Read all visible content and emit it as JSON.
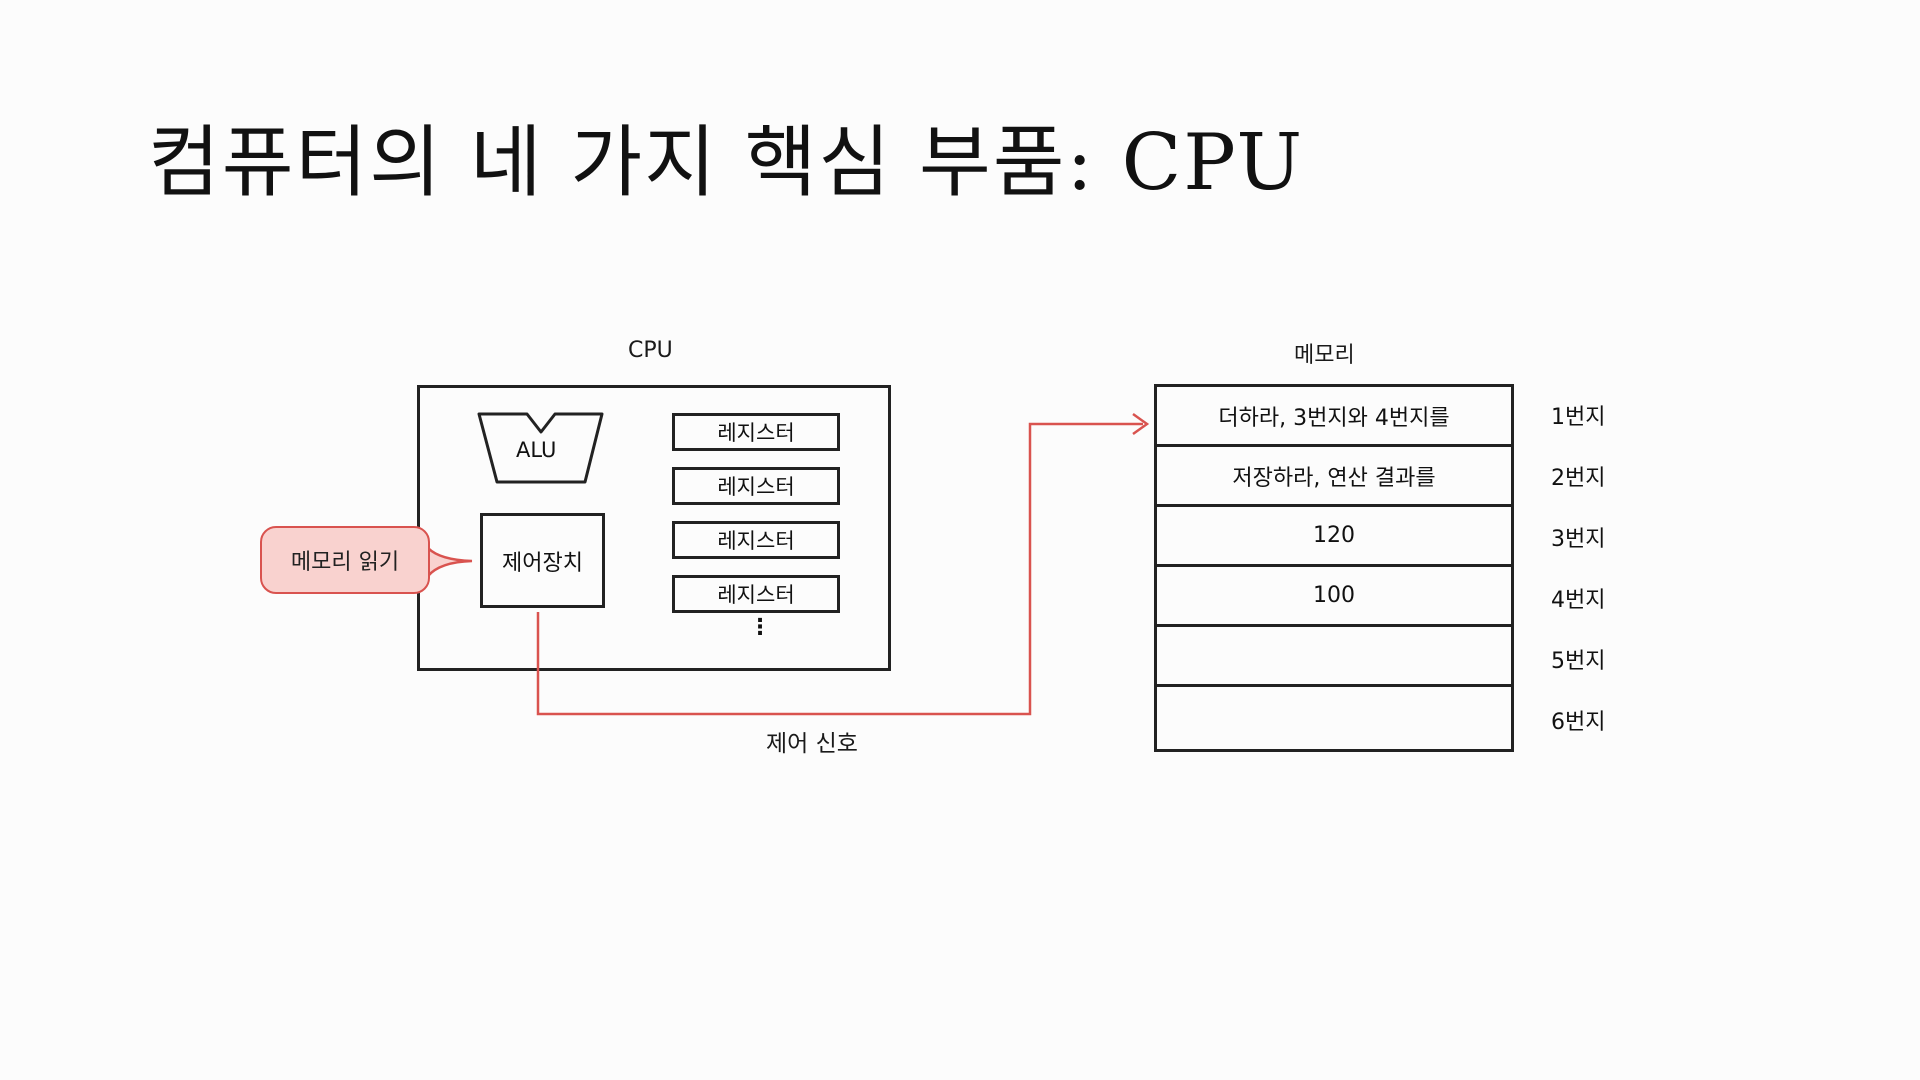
{
  "title": "컴퓨터의 네 가지 핵심 부품: CPU",
  "cpu": {
    "label": "CPU",
    "alu": "ALU",
    "control_unit": "제어장치",
    "registers": [
      "레지스터",
      "레지스터",
      "레지스터",
      "레지스터"
    ],
    "more": "⋮"
  },
  "bubble": {
    "text": "메모리 읽기",
    "fill_color": "#f9d2cf",
    "border_color": "#d9534f"
  },
  "signal": {
    "label": "제어 신호",
    "color": "#d9534f"
  },
  "memory": {
    "label": "메모리",
    "cells": [
      "더하라, 3번지와 4번지를",
      "저장하라, 연산 결과를",
      "120",
      "100",
      "",
      ""
    ],
    "addresses": [
      "1번지",
      "2번지",
      "3번지",
      "4번지",
      "5번지",
      "6번지"
    ]
  }
}
